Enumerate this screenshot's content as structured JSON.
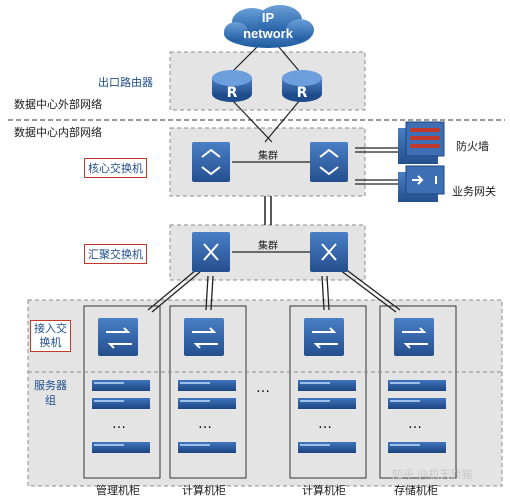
{
  "cloud": {
    "line1": "IP",
    "line2": "network"
  },
  "labels": {
    "egress_router": "出口路由器",
    "outside_network": "数据中心外部网络",
    "inside_network": "数据中心内部网络",
    "core_switch": "核心交换机",
    "aggregation_switch": "汇聚交换机",
    "access_switch_line1": "接入交",
    "access_switch_line2": "换机",
    "server_group_line1": "服务器",
    "server_group_line2": "组",
    "firewall": "防火墙",
    "service_gateway": "业务网关",
    "cluster_core": "集群",
    "cluster_agg": "集群",
    "router_letter_1": "R",
    "router_letter_2": "R",
    "ellipsis_racks": "…",
    "ellipsis_rows": "…"
  },
  "racks": [
    {
      "label": "管理机柜"
    },
    {
      "label": "计算机柜"
    },
    {
      "label": "计算机柜"
    },
    {
      "label": "存储机柜"
    }
  ],
  "watermark": "知乎 @机天熊猫",
  "colors": {
    "zone_fill": "#e4e4e4",
    "zone_border": "#8c8c8c",
    "device_blue": "#2f62a8",
    "boxed_border": "#c0392b",
    "label_blue": "#1f4e8c"
  }
}
